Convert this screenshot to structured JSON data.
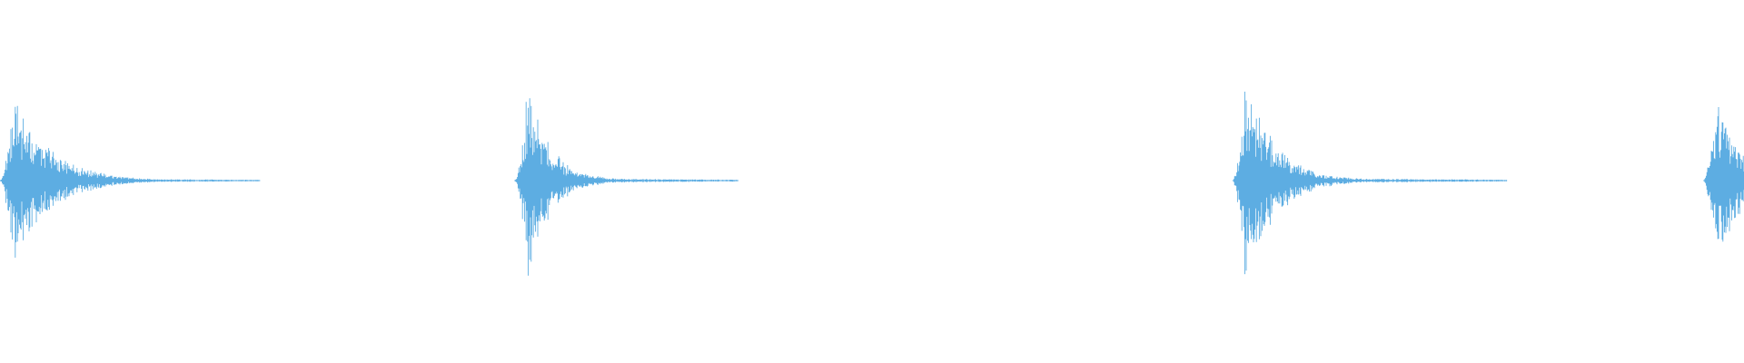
{
  "waveform": {
    "color": "#5dade2",
    "background": "#ffffff",
    "duration_s": 12.0,
    "events": [
      {
        "onset_s": 0.0,
        "peak": 0.85,
        "decay_s": 0.55,
        "tail_s": 1.7,
        "seed": 11
      },
      {
        "onset_s": 3.54,
        "peak": 0.95,
        "decay_s": 0.35,
        "tail_s": 1.45,
        "seed": 23
      },
      {
        "onset_s": 8.48,
        "peak": 1.0,
        "decay_s": 0.45,
        "tail_s": 1.8,
        "seed": 37
      },
      {
        "onset_s": 11.72,
        "peak": 0.82,
        "decay_s": 0.4,
        "tail_s": 0.3,
        "seed": 51
      }
    ]
  }
}
